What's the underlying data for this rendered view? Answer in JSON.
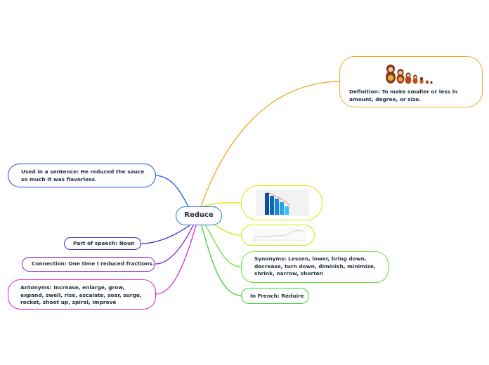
{
  "center": {
    "label": "Reduce"
  },
  "nodes": {
    "definition": "Definition: To make smaller or less in amount, degree, or size.",
    "synonyms": "Synonyms: Lessen, lower, bring down, decrease, turn down, diminish, minimize, shrink, narrow, shorten",
    "french": "In French: Réduire",
    "sentence": "Used in a sentence: He reduced the sauce so much it was flavorless.",
    "part_of_speech": "Part of speech: Noun",
    "connection": "Connection: One time I reduced fractions.",
    "antonyms": "Antonyms: Increase, enlarge, grow, expand, swell, rise, escalate, soar, surge, rocket, shoot up, spiral, improve"
  },
  "colors": {
    "center": "#1e7bd0",
    "definition": "#f5a623",
    "chart_image": "#e8e000",
    "graph_image": "#d4e600",
    "synonyms": "#6be03a",
    "french": "#33d633",
    "sentence": "#1d4fe0",
    "part_of_speech": "#3a2fd0",
    "connection": "#8a1fc4",
    "antonyms": "#e020d0"
  },
  "images": {
    "definition": "nesting-dolls-icon",
    "chart_image": "descending-bar-chart-thumbnail",
    "graph_image": "line-graph-thumbnail"
  }
}
